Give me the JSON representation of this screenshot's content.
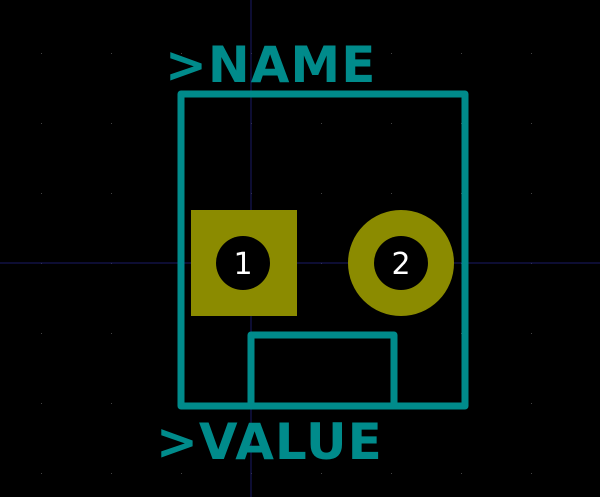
{
  "footprint": {
    "name_label": ">NAME",
    "value_label": ">VALUE",
    "pads": [
      {
        "number": "1",
        "shape": "square"
      },
      {
        "number": "2",
        "shape": "round"
      }
    ]
  },
  "colors": {
    "background": "#000000",
    "silkscreen": "#008b8b",
    "copper": "#8b8b00",
    "pad_hole": "#000000",
    "pad_text": "#ffffff",
    "grid_dot": "#444444",
    "axis_line": "#1a1a66"
  }
}
